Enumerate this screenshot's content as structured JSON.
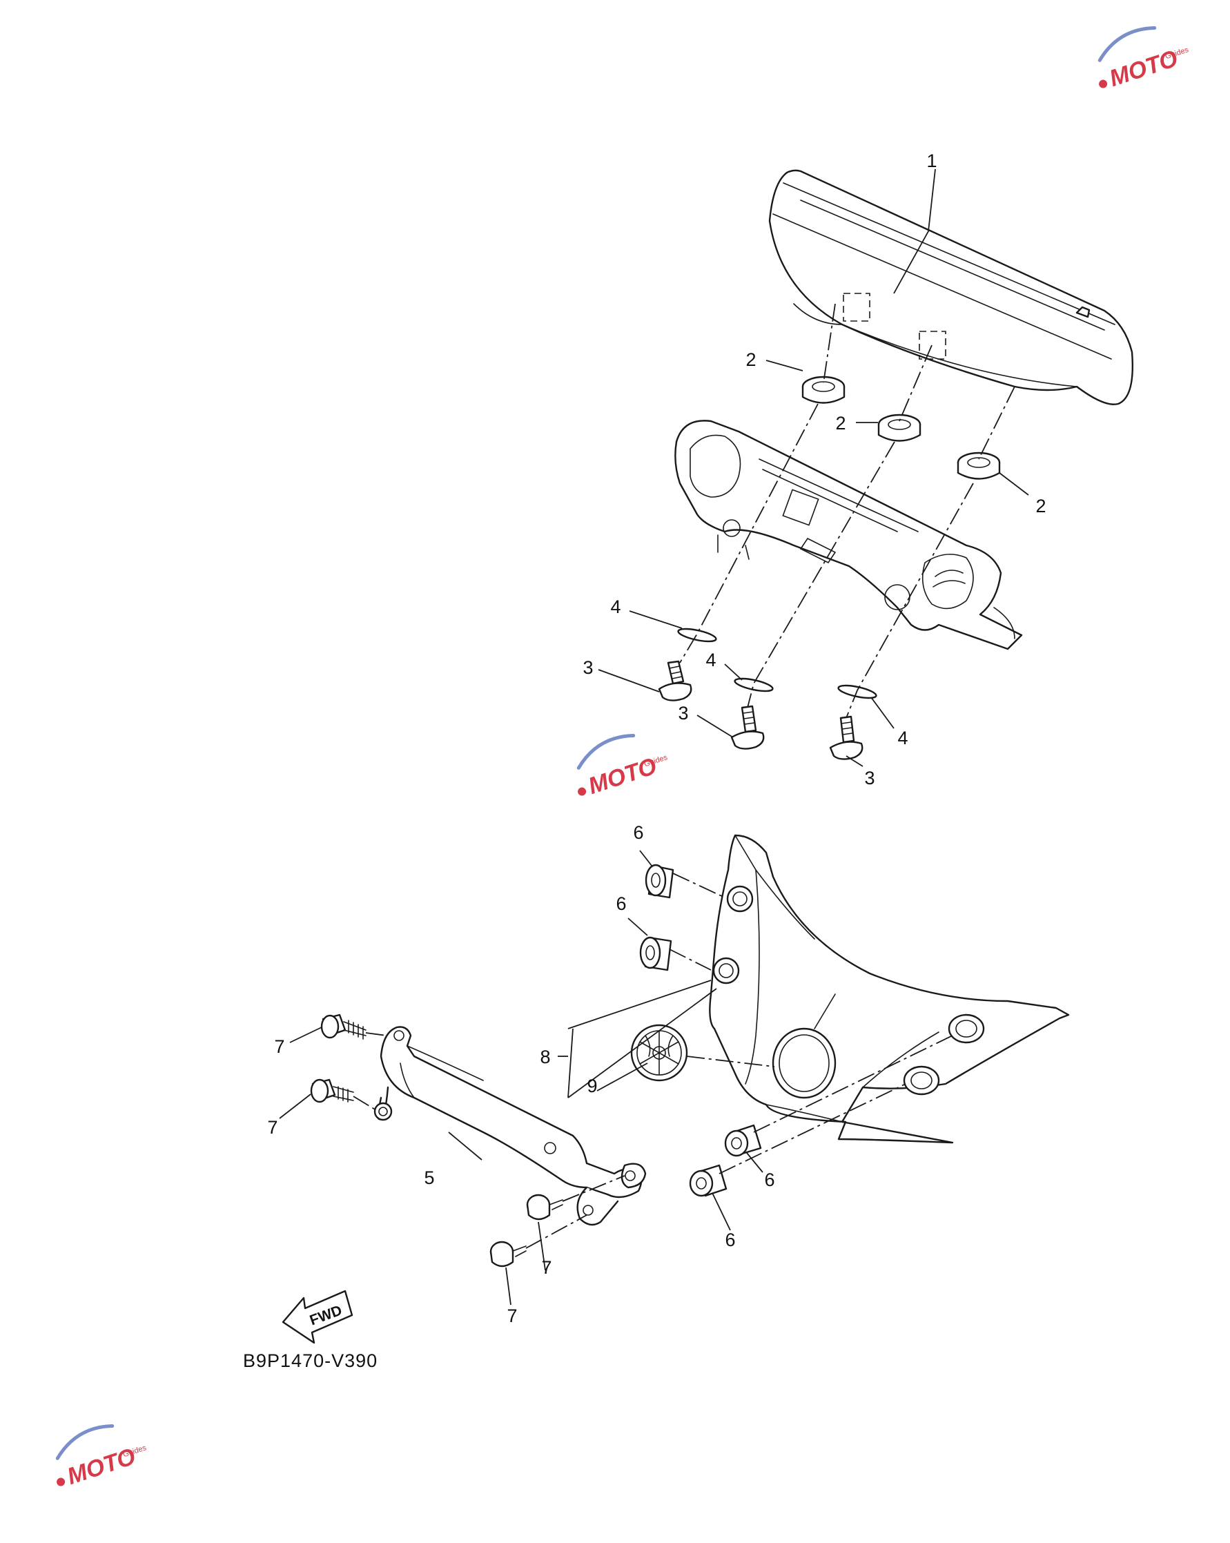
{
  "diagram_code": "B9P1470-V390",
  "fwd_label": "FWD",
  "watermark": {
    "brand": "MOTO",
    "sub": "Guides"
  },
  "callouts": {
    "c1": "1",
    "c2a": "2",
    "c2b": "2",
    "c2c": "2",
    "c3a": "3",
    "c3b": "3",
    "c3c": "3",
    "c4a": "4",
    "c4b": "4",
    "c4c": "4",
    "c5": "5",
    "c6a": "6",
    "c6b": "6",
    "c6c": "6",
    "c6d": "6",
    "c7a": "7",
    "c7b": "7",
    "c7c": "7",
    "c7d": "7",
    "c8": "8",
    "c9": "9"
  },
  "colors": {
    "line": "#1a1a1a",
    "watermark_red": "#d63a48",
    "watermark_blue": "#7a8fc9"
  }
}
